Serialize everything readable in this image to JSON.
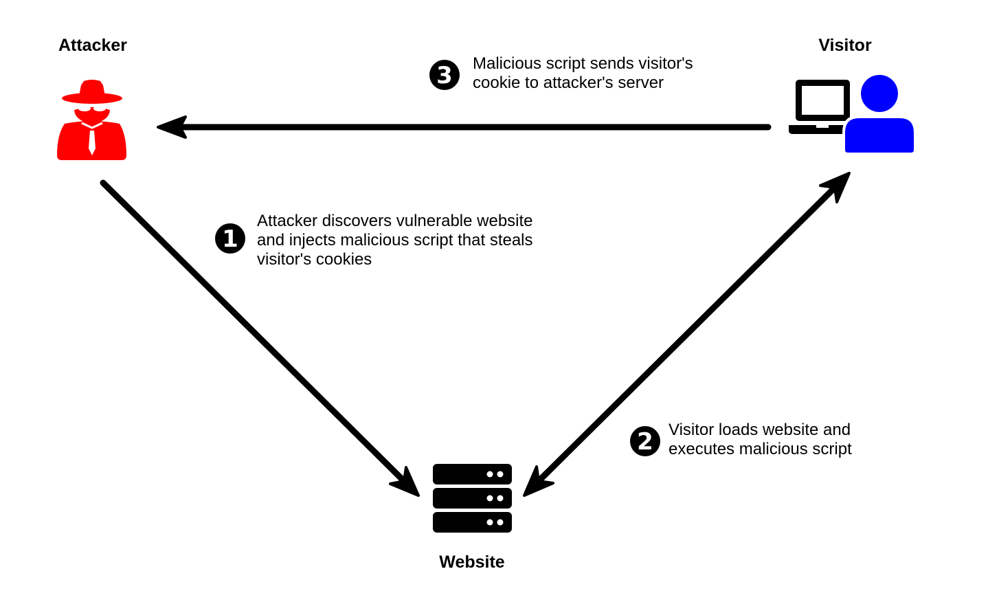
{
  "nodes": {
    "attacker": {
      "label": "Attacker",
      "icon": "attacker-spy-icon",
      "color": "#ff0000"
    },
    "visitor": {
      "label": "Visitor",
      "icons": [
        "laptop-icon",
        "user-icon"
      ],
      "color": "#0000ff"
    },
    "website": {
      "label": "Website",
      "icon": "server-stack-icon",
      "color": "#000000"
    }
  },
  "steps": [
    {
      "number": "1",
      "lines": [
        "Attacker discovers vulnerable website",
        "and injects malicious script that steals",
        "visitor's cookies"
      ]
    },
    {
      "number": "2",
      "lines": [
        "Visitor loads website and",
        "executes malicious script"
      ]
    },
    {
      "number": "3",
      "lines": [
        "Malicious script sends visitor's",
        "cookie to attacker's server"
      ]
    }
  ],
  "edges": [
    {
      "from": "attacker",
      "to": "website",
      "step": "1"
    },
    {
      "from": "website",
      "to": "visitor",
      "step": "2",
      "bidirectional": true
    },
    {
      "from": "visitor",
      "to": "attacker",
      "step": "3"
    }
  ]
}
